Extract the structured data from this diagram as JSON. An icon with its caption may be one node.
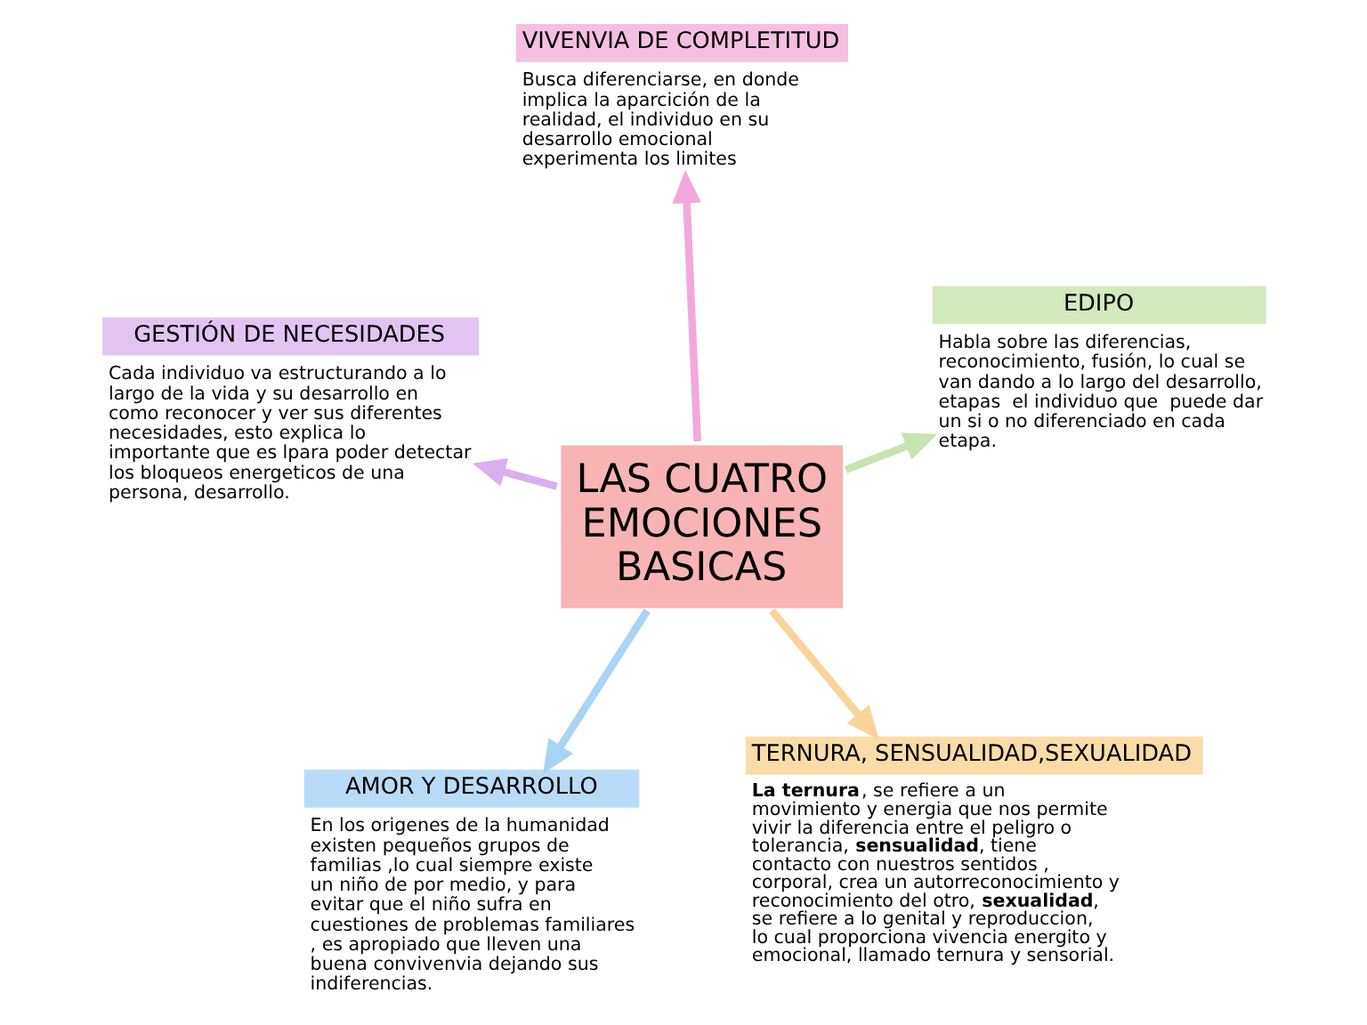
{
  "diagram": {
    "nodes": [
      {
        "text": [
          "LAS CUATRO EMOCIONES BASICAS"
        ]
      },
      {
        "text": [
          "TERNURA, SENSUALIDAD,SEXUALIDAD",
          "**La ternura**, se refiere a un movimiento y energia que nos permite vivir la diferencia entre el peligro o tolerancia, **sensualidad**, tiene contacto con nuestros sentidos , corporal, crea un autorreconocimiento y reconocimiento del otro, **sexualidad**, se refiere a lo genital y reproduccion, lo cual proporciona vivencia energito y emocional, llamado ternura y sensorial."
        ]
      },
      {
        "text": [
          "AMOR Y DESARROLLO",
          "En los origenes de la humanidad existen pequeños grupos de familias ,lo cual siempre existe un niño de por medio, y para evitar que el niño sufra en cuestiones de problemas familiares , es apropiado que lleven una buena convivenvia dejando sus indiferencias."
        ]
      },
      {
        "text": [
          "GESTIÓN DE NECESIDADES",
          "Cada individuo va estructurando a lo largo de la vida y su desarrollo en como reconocer y ver sus diferentes necesidades, esto explica lo importante que es lpara poder detectar los bloqueos energeticos de una persona, desarrollo."
        ]
      },
      {
        "text": [
          "EDIPO",
          "Habla sobre las diferencias, reconocimiento, fusión, lo cual se van dando a lo largo del desarrollo, etapas  el individuo que  puede dar un si o no diferenciado en cada etapa."
        ]
      },
      {
        "text": [
          "VIVENVIA DE COMPLETITUD",
          "Busca diferenciarse, en donde implica la aparcición de la realidad, el individuo en su desarrollo emocional experimenta los limites"
        ]
      }
    ],
    "edges": [
      {
        "from": 0,
        "to": 1,
        "arrow": "to",
        "color": "#f9d49a"
      },
      {
        "from": 0,
        "to": 2,
        "arrow": "to",
        "color": "#a8d4f5"
      },
      {
        "from": 0,
        "to": 3,
        "arrow": "to",
        "color": "#d8b0ee"
      },
      {
        "from": 0,
        "to": 4,
        "arrow": "to",
        "color": "#c8e4b0"
      },
      {
        "from": 0,
        "to": 5,
        "arrow": "to",
        "color": "#f3a8dc"
      }
    ]
  }
}
